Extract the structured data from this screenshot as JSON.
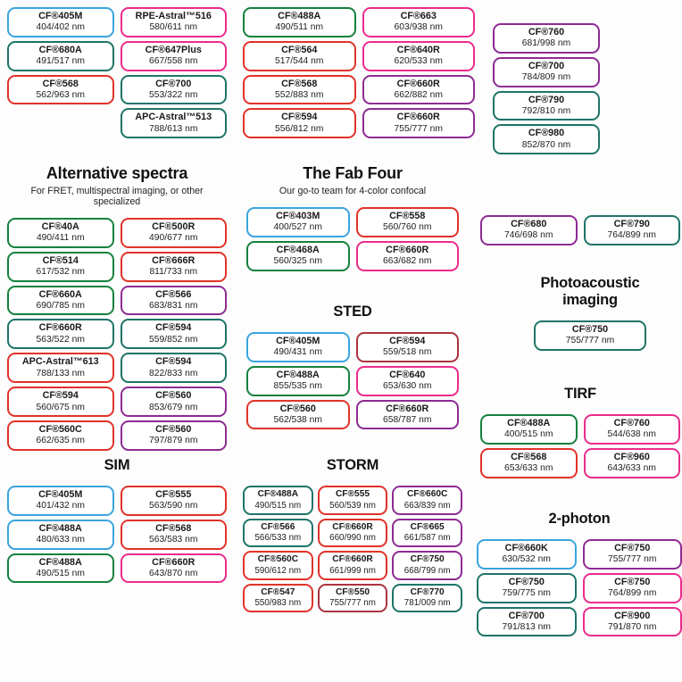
{
  "colors": {
    "blue": "#3ba4dd",
    "green": "#15813d",
    "teal": "#1e7468",
    "red": "#e1322a",
    "darkred": "#ab3340",
    "pink": "#ec2b8c",
    "purple": "#8e2b93"
  },
  "sections": {
    "top_left": {
      "columns": [
        [
          {
            "name": "CF®405M",
            "value": "404/402 nm",
            "color": "blue"
          },
          {
            "name": "CF®680A",
            "value": "491/517 nm",
            "color": "teal"
          },
          {
            "name": "CF®568",
            "value": "562/963 nm",
            "color": "red"
          }
        ],
        [
          {
            "name": "RPE-Astral™516",
            "value": "580/611 nm",
            "color": "pink"
          },
          {
            "name": "CF®647Plus",
            "value": "667/558 nm",
            "color": "pink"
          },
          {
            "name": "CF®700",
            "value": "553/322 nm",
            "color": "teal"
          },
          {
            "name": "APC-Astral™513",
            "value": "788/613 nm",
            "color": "teal"
          }
        ]
      ]
    },
    "top_mid": {
      "columns": [
        [
          {
            "name": "CF®488A",
            "value": "490/511 nm",
            "color": "green"
          },
          {
            "name": "CF®564",
            "value": "517/544 nm",
            "color": "red"
          },
          {
            "name": "CF®568",
            "value": "552/883 nm",
            "color": "red"
          },
          {
            "name": "CF®594",
            "value": "556/812 nm",
            "color": "red"
          }
        ],
        [
          {
            "name": "CF®663",
            "value": "603/938 nm",
            "color": "pink"
          },
          {
            "name": "CF®640R",
            "value": "620/533 nm",
            "color": "pink"
          },
          {
            "name": "CF®660R",
            "value": "662/882 nm",
            "color": "purple"
          },
          {
            "name": "CF®660R",
            "value": "755/777 nm",
            "color": "purple"
          }
        ]
      ]
    },
    "top_right": {
      "columns": [
        [
          {
            "name": "CF®760",
            "value": "681/998 nm",
            "color": "purple"
          },
          {
            "name": "CF®700",
            "value": "784/809 nm",
            "color": "purple"
          },
          {
            "name": "CF®790",
            "value": "792/810 nm",
            "color": "teal"
          },
          {
            "name": "CF®980",
            "value": "852/870 nm",
            "color": "teal"
          }
        ]
      ]
    },
    "alt": {
      "title": "Alternative spectra",
      "subtitle": "For FRET, multispectral imaging, or other specialized",
      "columns": [
        [
          {
            "name": "CF®40A",
            "value": "490/411 nm",
            "color": "green"
          },
          {
            "name": "CF®514",
            "value": "617/532 nm",
            "color": "green"
          },
          {
            "name": "CF®660A",
            "value": "690/785 nm",
            "color": "green"
          },
          {
            "name": "CF®660R",
            "value": "563/522 nm",
            "color": "teal"
          },
          {
            "name": "APC-Astral™613",
            "value": "788/133 nm",
            "color": "red"
          },
          {
            "name": "CF®594",
            "value": "560/675 nm",
            "color": "red"
          },
          {
            "name": "CF®560C",
            "value": "662/635 nm",
            "color": "red"
          }
        ],
        [
          {
            "name": "CF®500R",
            "value": "490/677 nm",
            "color": "red"
          },
          {
            "name": "CF®666R",
            "value": "811/733 nm",
            "color": "red"
          },
          {
            "name": "CF®566",
            "value": "683/831 nm",
            "color": "purple"
          },
          {
            "name": "CF®594",
            "value": "559/852 nm",
            "color": "teal"
          },
          {
            "name": "CF®594",
            "value": "822/833 nm",
            "color": "teal"
          },
          {
            "name": "CF®560",
            "value": "853/679 nm",
            "color": "purple"
          },
          {
            "name": "CF®560",
            "value": "797/879 nm",
            "color": "purple"
          }
        ]
      ]
    },
    "fab": {
      "title": "The Fab Four",
      "subtitle": "Our go-to team for 4-color confocal",
      "columns": [
        [
          {
            "name": "CF®403M",
            "value": "400/527 nm",
            "color": "blue"
          },
          {
            "name": "CF®468A",
            "value": "560/325 nm",
            "color": "green"
          }
        ],
        [
          {
            "name": "CF®558",
            "value": "560/760 nm",
            "color": "red"
          },
          {
            "name": "CF®660R",
            "value": "663/682 nm",
            "color": "pink"
          }
        ]
      ]
    },
    "pair680": {
      "columns": [
        [
          {
            "name": "CF®680",
            "value": "746/698 nm",
            "color": "purple"
          }
        ],
        [
          {
            "name": "CF®790",
            "value": "764/899 nm",
            "color": "teal"
          }
        ]
      ]
    },
    "sted": {
      "title": "STED",
      "columns": [
        [
          {
            "name": "CF®405M",
            "value": "490/431 nm",
            "color": "blue"
          },
          {
            "name": "CF®488A",
            "value": "855/535 nm",
            "color": "green"
          },
          {
            "name": "CF®560",
            "value": "562/538 nm",
            "color": "red"
          }
        ],
        [
          {
            "name": "CF®594",
            "value": "559/518 nm",
            "color": "darkred"
          },
          {
            "name": "CF®640",
            "value": "653/630 nm",
            "color": "pink"
          },
          {
            "name": "CF®660R",
            "value": "658/787 nm",
            "color": "purple"
          }
        ]
      ]
    },
    "photo": {
      "title": "Photoacoustic imaging",
      "columns": [
        [
          {
            "name": "CF®750",
            "value": "755/777 nm",
            "color": "teal"
          }
        ]
      ]
    },
    "tirf": {
      "title": "TIRF",
      "columns": [
        [
          {
            "name": "CF®488A",
            "value": "400/515 nm",
            "color": "green"
          },
          {
            "name": "CF®568",
            "value": "653/633 nm",
            "color": "red"
          }
        ],
        [
          {
            "name": "CF®760",
            "value": "544/638 nm",
            "color": "pink"
          },
          {
            "name": "CF®960",
            "value": "643/633 nm",
            "color": "pink"
          }
        ]
      ]
    },
    "sim": {
      "title": "SIM",
      "columns": [
        [
          {
            "name": "CF®405M",
            "value": "401/432 nm",
            "color": "blue"
          },
          {
            "name": "CF®488A",
            "value": "480/633 nm",
            "color": "blue"
          },
          {
            "name": "CF®488A",
            "value": "490/515 nm",
            "color": "green"
          }
        ],
        [
          {
            "name": "CF®555",
            "value": "563/590 nm",
            "color": "red"
          },
          {
            "name": "CF®568",
            "value": "563/583 nm",
            "color": "red"
          },
          {
            "name": "CF®660R",
            "value": "643/870 nm",
            "color": "pink"
          }
        ]
      ]
    },
    "storm": {
      "title": "STORM",
      "columns": [
        [
          {
            "name": "CF®488A",
            "value": "490/515 nm",
            "color": "teal"
          },
          {
            "name": "CF®566",
            "value": "566/533 nm",
            "color": "teal"
          },
          {
            "name": "CF®560C",
            "value": "590/612 nm",
            "color": "red"
          },
          {
            "name": "CF®547",
            "value": "550/983 nm",
            "color": "red"
          }
        ],
        [
          {
            "name": "CF®555",
            "value": "560/539 nm",
            "color": "red"
          },
          {
            "name": "CF®660R",
            "value": "660/990 nm",
            "color": "red"
          },
          {
            "name": "CF®660R",
            "value": "661/999 nm",
            "color": "red"
          },
          {
            "name": "CF®550",
            "value": "755/777 nm",
            "color": "darkred"
          }
        ],
        [
          {
            "name": "CF®660C",
            "value": "663/839 nm",
            "color": "purple"
          },
          {
            "name": "CF®665",
            "value": "661/587 nm",
            "color": "purple"
          },
          {
            "name": "CF®750",
            "value": "668/799 nm",
            "color": "purple"
          },
          {
            "name": "CF®770",
            "value": "781/009 nm",
            "color": "teal"
          }
        ]
      ]
    },
    "twophoton": {
      "title": "2-photon",
      "columns": [
        [
          {
            "name": "CF®660K",
            "value": "630/532 nm",
            "color": "blue"
          },
          {
            "name": "CF®750",
            "value": "759/775 nm",
            "color": "teal"
          },
          {
            "name": "CF®700",
            "value": "791/813 nm",
            "color": "teal"
          }
        ],
        [
          {
            "name": "CF®750",
            "value": "755/777 nm",
            "color": "purple"
          },
          {
            "name": "CF®750",
            "value": "764/899 nm",
            "color": "pink"
          },
          {
            "name": "CF®900",
            "value": "791/870 nm",
            "color": "pink"
          }
        ]
      ]
    }
  }
}
